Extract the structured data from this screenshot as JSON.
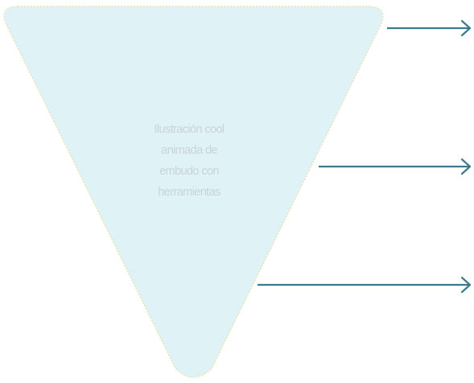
{
  "funnel": {
    "placeholder_lines": [
      "Ilustración cool",
      "animada de",
      "embudo con",
      "herramientas"
    ],
    "fill_color": "#dff2f6",
    "border_color": "#e9e2b4"
  },
  "arrows": {
    "color": "#3d7a8c",
    "count": 3
  }
}
